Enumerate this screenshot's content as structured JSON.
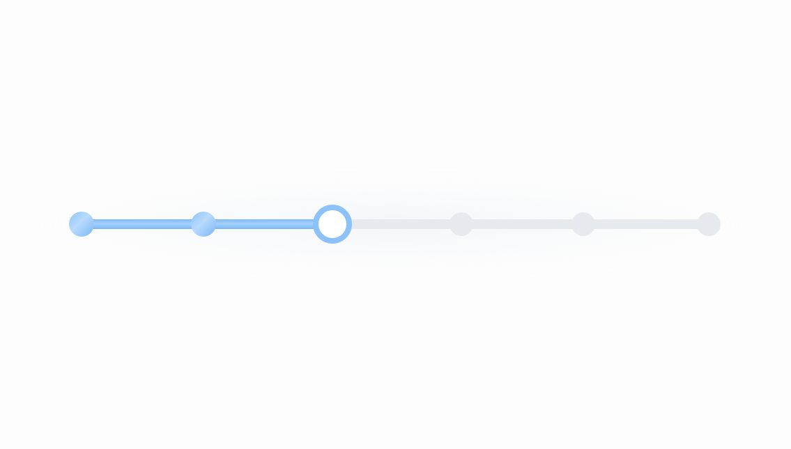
{
  "stepper": {
    "total_steps": 6,
    "current_step": 3,
    "steps": [
      {
        "state": "completed"
      },
      {
        "state": "completed"
      },
      {
        "state": "current"
      },
      {
        "state": "upcoming"
      },
      {
        "state": "upcoming"
      },
      {
        "state": "upcoming"
      }
    ],
    "colors": {
      "active": "#8cc2f8",
      "inactive": "#e6e9ee",
      "background": "#fdfdfd"
    }
  }
}
